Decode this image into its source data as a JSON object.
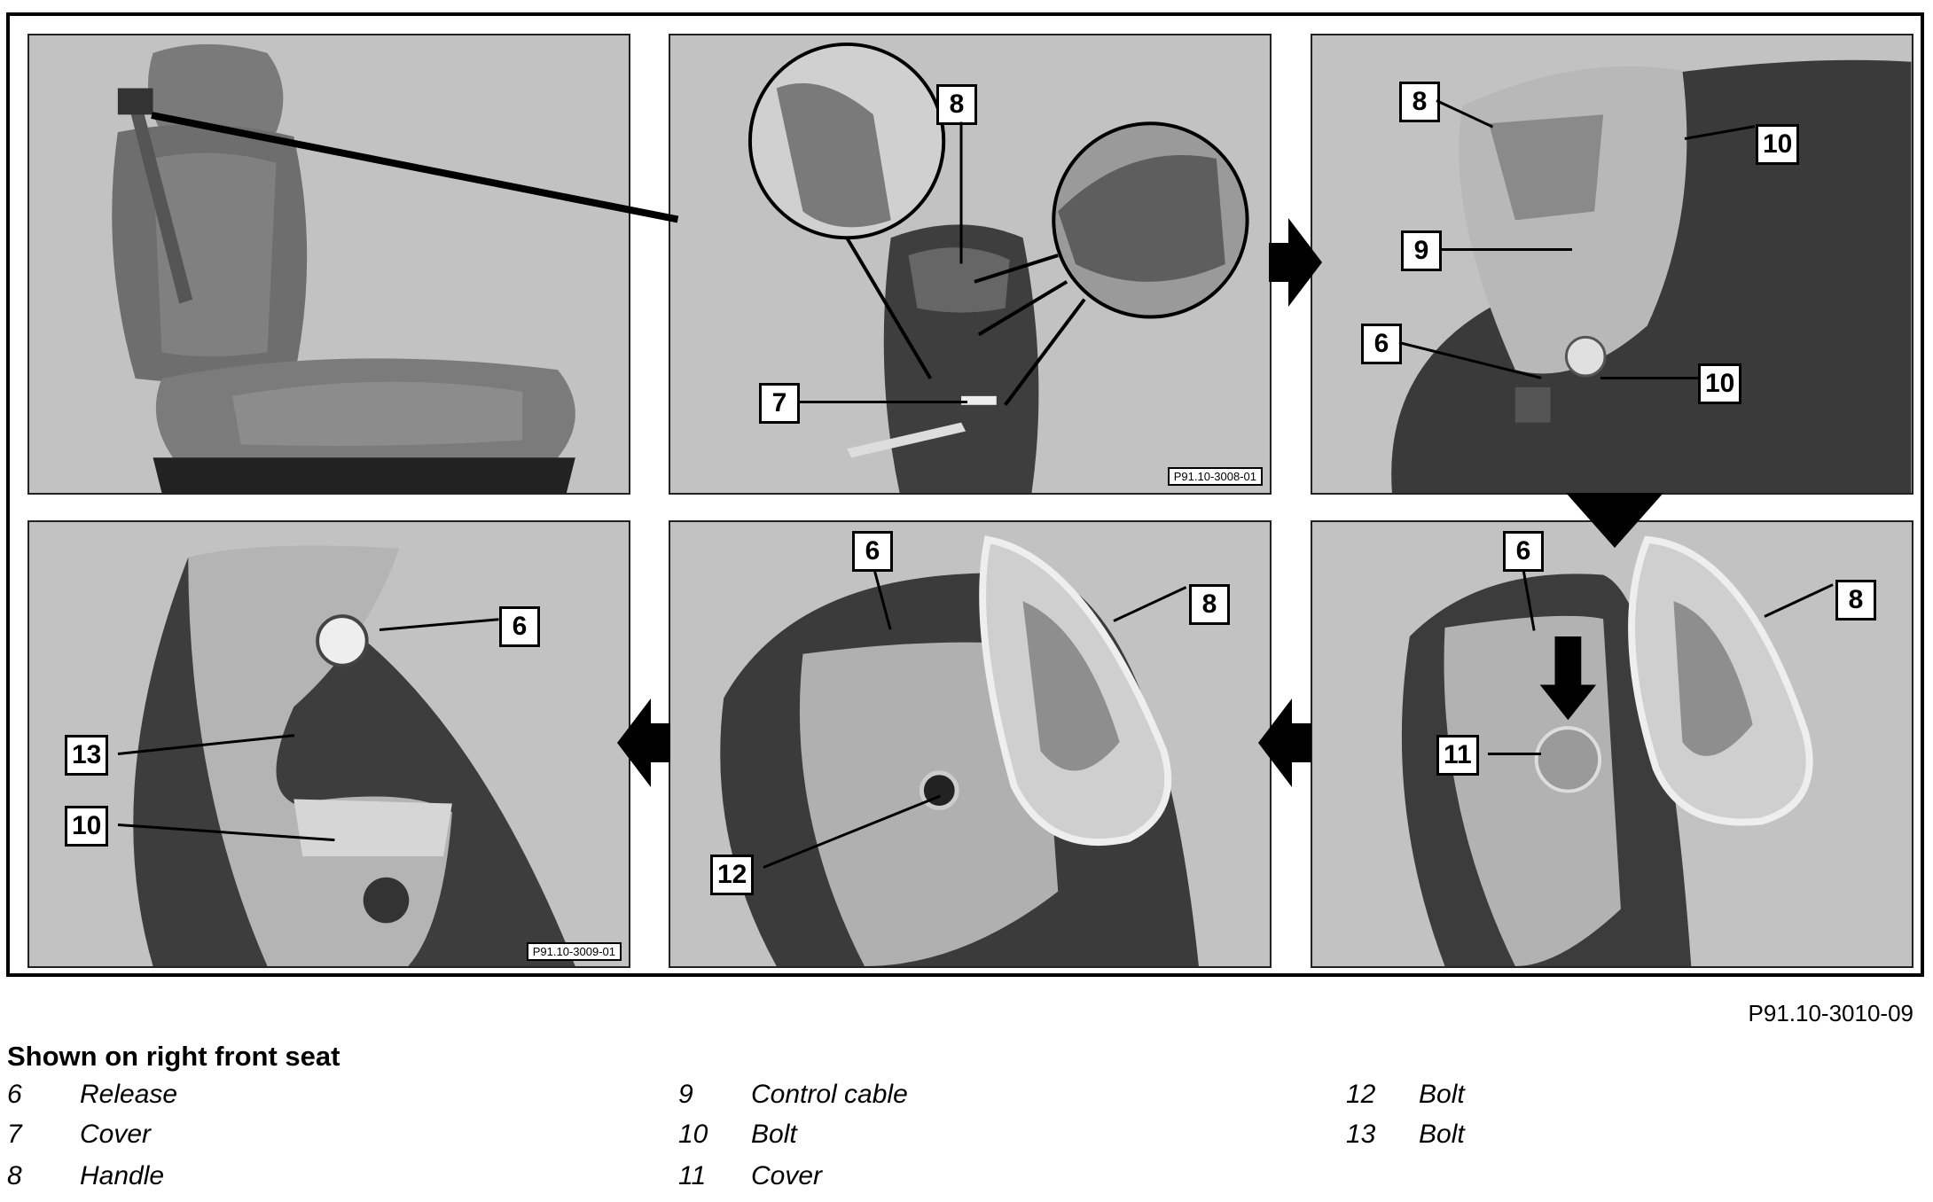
{
  "figure_code": "P91.10-3010-09",
  "caption": "Shown on right front seat",
  "panels": [
    {
      "id": "seat",
      "figure_id": "",
      "callouts": []
    },
    {
      "id": "cover-removal",
      "figure_id": "P91.10-3008-01",
      "callouts": [
        "8",
        "7"
      ]
    },
    {
      "id": "handle-mechanism",
      "figure_id": "",
      "callouts": [
        "8",
        "10",
        "9",
        "6",
        "10"
      ]
    },
    {
      "id": "cover-press",
      "figure_id": "",
      "callouts": [
        "6",
        "8",
        "11"
      ]
    },
    {
      "id": "bolt-view",
      "figure_id": "",
      "callouts": [
        "6",
        "8",
        "12"
      ]
    },
    {
      "id": "release-view",
      "figure_id": "P91.10-3009-01",
      "callouts": [
        "6",
        "13",
        "10"
      ]
    }
  ],
  "legend": [
    {
      "num": "6",
      "label": "Release"
    },
    {
      "num": "7",
      "label": "Cover"
    },
    {
      "num": "8",
      "label": "Handle"
    },
    {
      "num": "9",
      "label": "Control cable"
    },
    {
      "num": "10",
      "label": "Bolt"
    },
    {
      "num": "11",
      "label": "Cover"
    },
    {
      "num": "12",
      "label": "Bolt"
    },
    {
      "num": "13",
      "label": "Bolt"
    }
  ],
  "colors": {
    "panel_bg": "#bdbdbd",
    "line": "#000000",
    "seat_dark": "#4a4a4a",
    "chrome": "#d8d8d8"
  }
}
